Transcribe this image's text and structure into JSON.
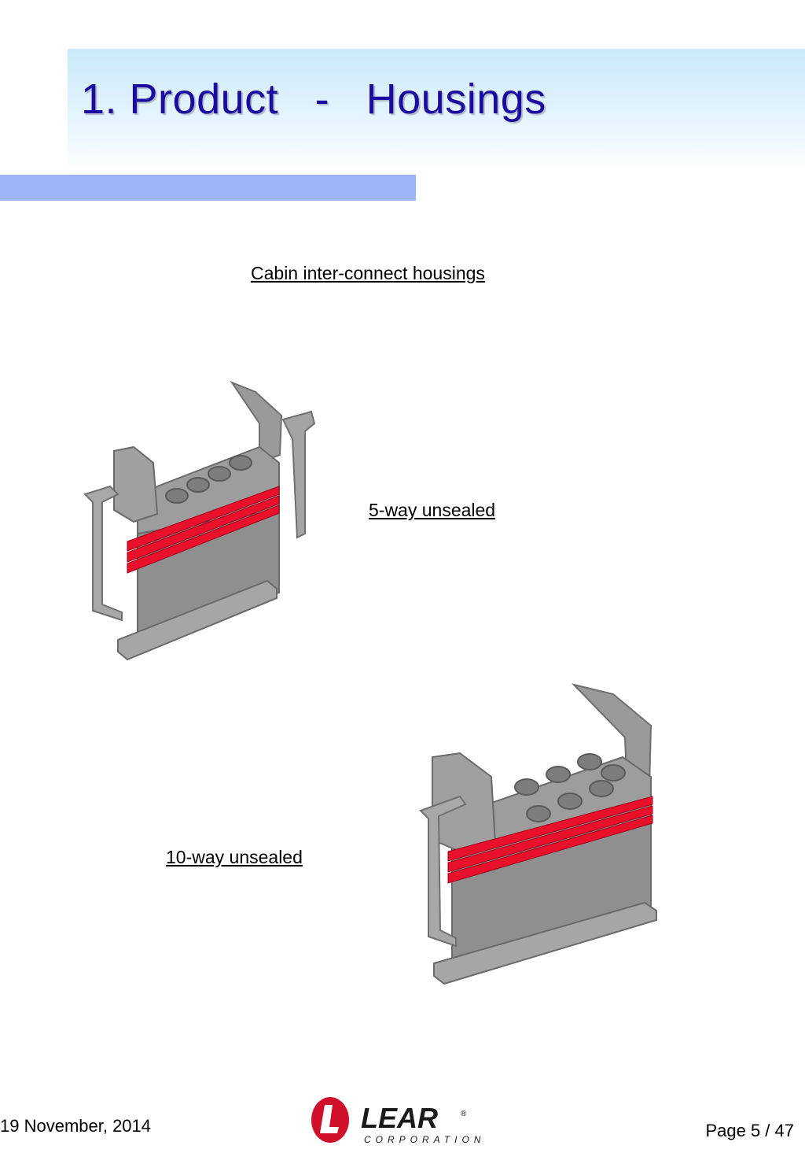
{
  "header": {
    "title": "1. Product   -   Housings"
  },
  "section": {
    "subtitle": "Cabin inter-connect housings"
  },
  "products": [
    {
      "label": "5-way unsealed"
    },
    {
      "label": "10-way unsealed"
    }
  ],
  "footer": {
    "date": "19 November, 2014",
    "page": "Page 5 / 47"
  },
  "logo": {
    "wordmark": "LEAR",
    "tagline": "CORPORATION",
    "registered_mark": "®"
  },
  "colors": {
    "title_text": "#1b0ba0",
    "accent_bar": "#9db4f7",
    "title_band": "#cbe9fb",
    "housing_gray": "#8c8c8c",
    "seal_red": "#e8102a",
    "logo_red": "#d0102a"
  }
}
